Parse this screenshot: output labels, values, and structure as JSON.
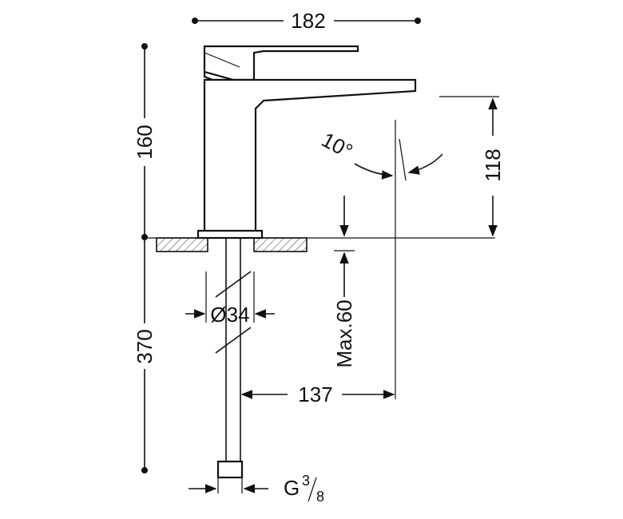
{
  "dimensions": {
    "width_top": "182",
    "height_upper": "160",
    "height_lower": "370",
    "spout_height": "118",
    "angle": "10°",
    "max_deck": "Max.60",
    "pipe_diameter": "Ø34",
    "reach": "137",
    "thread_main": "G",
    "thread_num": "3",
    "thread_den": "8"
  }
}
